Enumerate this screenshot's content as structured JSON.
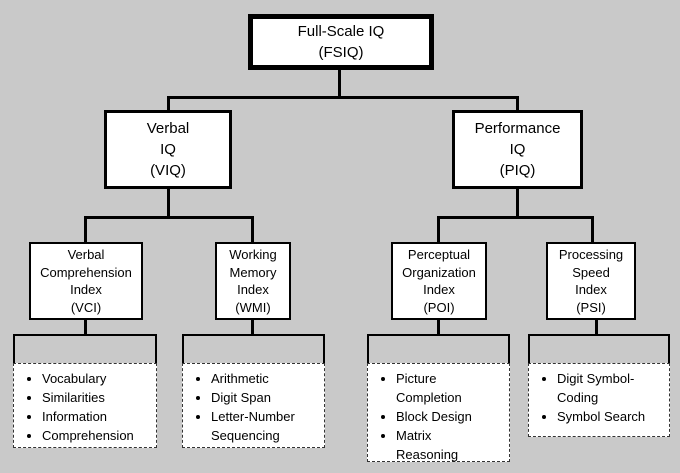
{
  "diagram": {
    "fsiq": {
      "label": "Full-Scale IQ\n(FSIQ)"
    },
    "viq": {
      "label": "Verbal\nIQ\n(VIQ)"
    },
    "piq": {
      "label": "Performance\nIQ\n(PIQ)"
    },
    "vci": {
      "label": "Verbal\nComprehension\nIndex\n(VCI)",
      "subtests": [
        "Vocabulary",
        "Similarities",
        "Information",
        "Comprehension"
      ]
    },
    "wmi": {
      "label": "Working\nMemory\nIndex\n(WMI)",
      "subtests": [
        "Arithmetic",
        "Digit Span",
        "Letter-Number Sequencing"
      ]
    },
    "poi": {
      "label": "Perceptual\nOrganization\nIndex\n(POI)",
      "subtests": [
        "Picture Completion",
        "Block Design",
        "Matrix Reasoning"
      ]
    },
    "psi": {
      "label": "Processing\nSpeed\nIndex\n(PSI)",
      "subtests": [
        "Digit Symbol-Coding",
        "Symbol Search"
      ]
    }
  },
  "colors": {
    "background": "#c9c9c9",
    "box_fill": "#ffffff",
    "line": "#000000"
  }
}
